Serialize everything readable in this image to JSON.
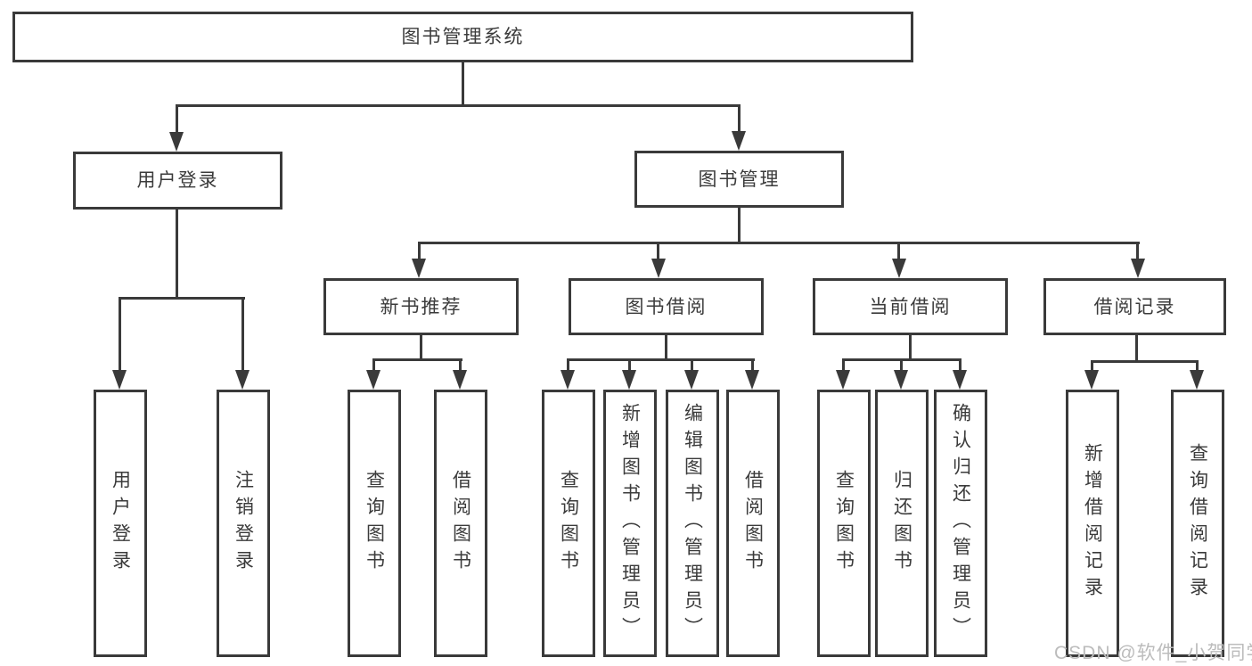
{
  "diagram": {
    "stroke_color": "#3a3a3a",
    "text_color": "#3b3b3b",
    "box_fill": "#ffffff",
    "background": "#ffffff",
    "nodes": {
      "root": "图书管理系统",
      "user_login": "用户登录",
      "book_mgmt": "图书管理",
      "new_books": "新书推荐",
      "book_borrow": "图书借阅",
      "current_borrow": "当前借阅",
      "borrow_records": "借阅记录",
      "leaf_user_login": "用户登录",
      "leaf_logout": "注销登录",
      "leaf_nb_query": "查询图书",
      "leaf_nb_borrow": "借阅图书",
      "leaf_bb_query": "查询图书",
      "leaf_bb_add": "新增图书（管理员）",
      "leaf_bb_edit": "编辑图书（管理员）",
      "leaf_bb_borrow": "借阅图书",
      "leaf_cb_query": "查询图书",
      "leaf_cb_return": "归还图书",
      "leaf_cb_confirm": "确认归还（管理员）",
      "leaf_br_add": "新增借阅记录",
      "leaf_br_query": "查询借阅记录"
    },
    "hierarchy": {
      "root": [
        "user_login",
        "book_mgmt"
      ],
      "user_login": [
        "leaf_user_login",
        "leaf_logout"
      ],
      "book_mgmt": [
        "new_books",
        "book_borrow",
        "current_borrow",
        "borrow_records"
      ],
      "new_books": [
        "leaf_nb_query",
        "leaf_nb_borrow"
      ],
      "book_borrow": [
        "leaf_bb_query",
        "leaf_bb_add",
        "leaf_bb_edit",
        "leaf_bb_borrow"
      ],
      "current_borrow": [
        "leaf_cb_query",
        "leaf_cb_return",
        "leaf_cb_confirm"
      ],
      "borrow_records": [
        "leaf_br_add",
        "leaf_br_query"
      ]
    }
  },
  "watermark": {
    "text": "CSDN @软件_小贺同学",
    "color": "#bcbcbc"
  }
}
